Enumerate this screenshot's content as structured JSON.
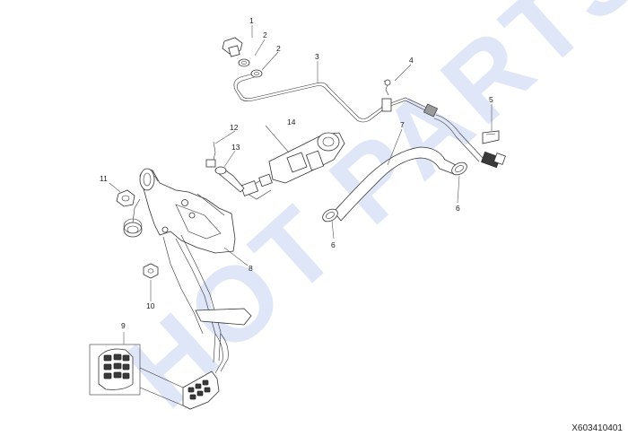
{
  "watermark": "HOT PARTS",
  "callouts": {
    "c1": "1",
    "c2a": "2",
    "c2b": "2",
    "c3": "3",
    "c4": "4",
    "c5": "5",
    "c6a": "6",
    "c6b": "6",
    "c7": "7",
    "c8": "8",
    "c9": "9",
    "c10": "10",
    "c11": "11",
    "c12": "12",
    "c13": "13",
    "c14": "14"
  },
  "drawing_code": "X603410401"
}
